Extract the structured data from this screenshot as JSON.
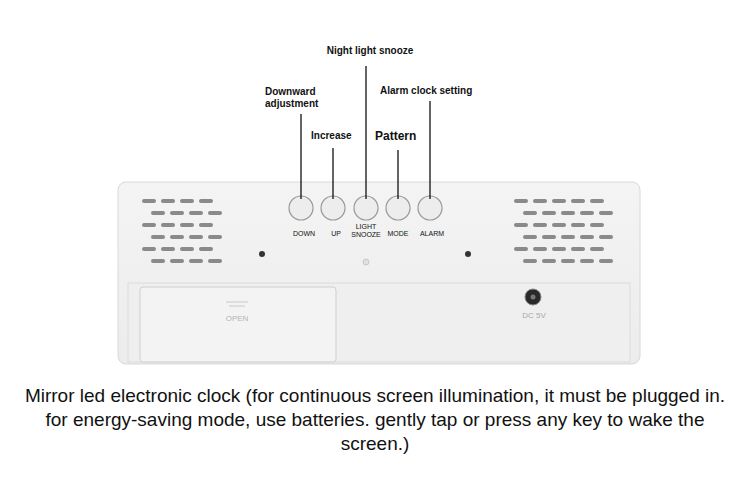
{
  "diagram": {
    "caption": "Mirror led electronic clock (for continuous screen illumination, it must be plugged in. for energy-saving mode, use batteries. gently tap or press any key to wake the screen.)",
    "labels": [
      "Night light snooze",
      "Downward adjustment",
      "Increase",
      "Pattern",
      "Alarm clock setting",
      "DOWN",
      "UP",
      "LIGHT SNOOZE",
      "MODE",
      "ALARM",
      "OPEN",
      "DC 5V"
    ]
  }
}
